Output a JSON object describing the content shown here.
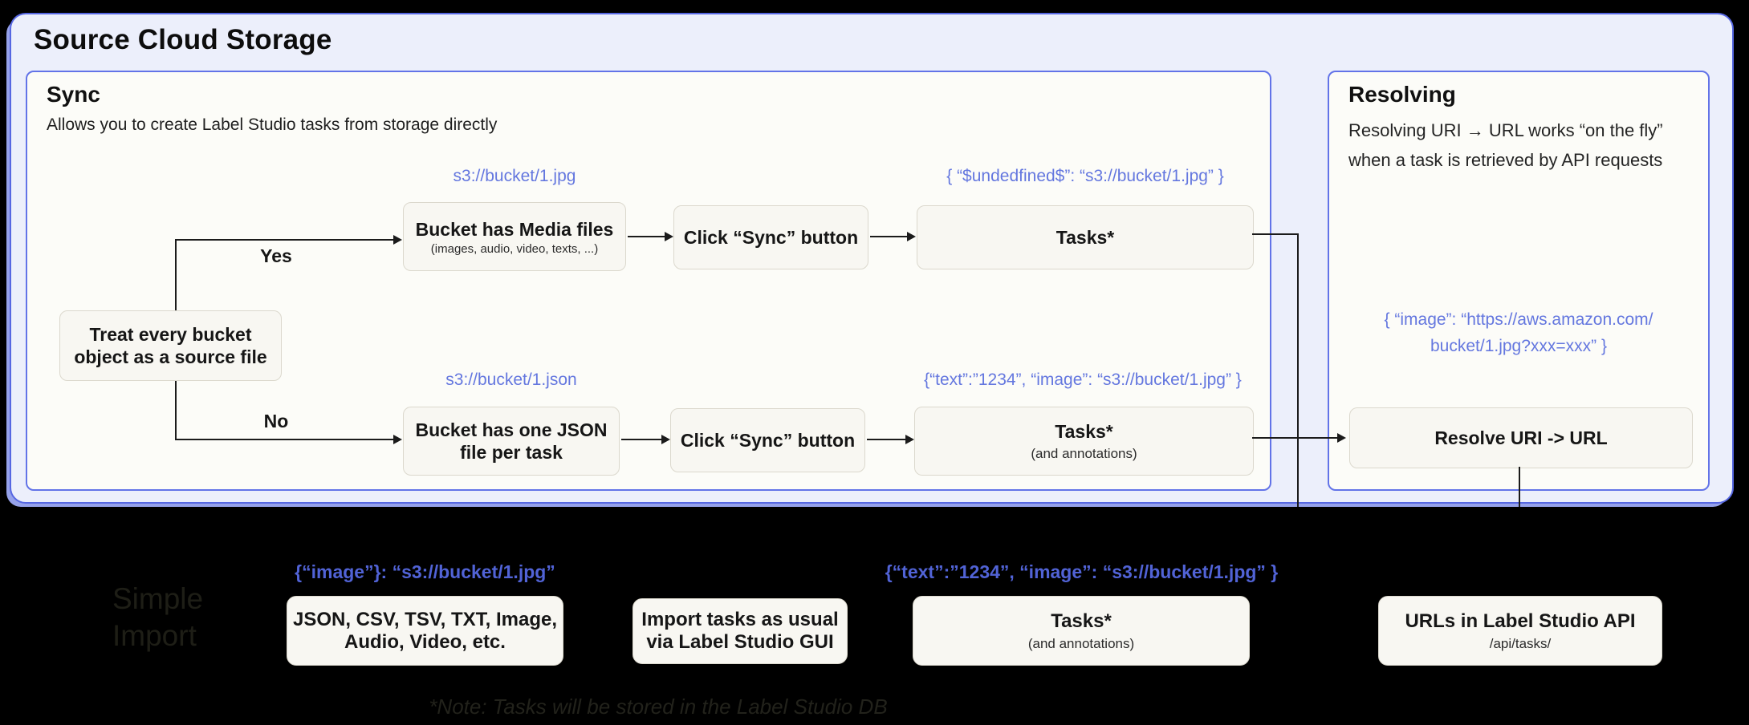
{
  "title": "Source Cloud Storage",
  "colors": {
    "accent_blue": "#6477DF",
    "accent_blue_dark": "#5163D6",
    "panel_bg": "#ECEFFB",
    "panel_border": "#5667E2",
    "inner_bg": "#FCFCF8",
    "node_bg": "#F8F7F2",
    "background": "#000000"
  },
  "sync": {
    "heading": "Sync",
    "subtitle": "Allows you to create Label Studio tasks from storage directly",
    "decision_line1": "Treat every bucket",
    "decision_line2": "object as a source file",
    "yes_label": "Yes",
    "no_label": "No",
    "media_uri": "s3://bucket/1.jpg",
    "media_title": "Bucket has Media files",
    "media_sub": "(images, audio, video, texts, ...)",
    "click_sync_1": "Click “Sync” button",
    "tasks1_json": "{ “$undedfined$”: “s3://bucket/1.jpg” }",
    "tasks1_title": "Tasks*",
    "json_uri": "s3://bucket/1.json",
    "json_line1": "Bucket has one JSON",
    "json_line2": "file per task",
    "click_sync_2": "Click “Sync” button",
    "tasks2_json": "{“text”:”1234”,  “image”: “s3://bucket/1.jpg” }",
    "tasks2_title": "Tasks*",
    "tasks2_sub": "(and annotations)"
  },
  "resolving": {
    "heading": "Resolving",
    "desc_line1": "Resolving URI → URL works “on the fly”",
    "desc_line2": "when a task is retrieved by API requests",
    "json_line1": "{ “image”: “https://aws.amazon.com/",
    "json_line2": "bucket/1.jpg?xxx=xxx” }",
    "resolve_box": "Resolve URI -> URL"
  },
  "bottom": {
    "hidden_heading_line1": "Simple",
    "hidden_heading_line2": "Import",
    "files_json": "{“image”}: “s3://bucket/1.jpg”",
    "files_line1": "JSON, CSV, TSV, TXT, Image,",
    "files_line2": "Audio, Video, etc.",
    "import_line1": "Import tasks as usual",
    "import_line2": "via Label Studio GUI",
    "tasks_json": "{“text”:”1234”,  “image”: “s3://bucket/1.jpg” }",
    "tasks_title": "Tasks*",
    "tasks_sub": "(and annotations)",
    "urls_title": "URLs in Label Studio API",
    "urls_sub": "/api/tasks/",
    "note": "*Note: Tasks will be stored in the Label Studio DB"
  }
}
